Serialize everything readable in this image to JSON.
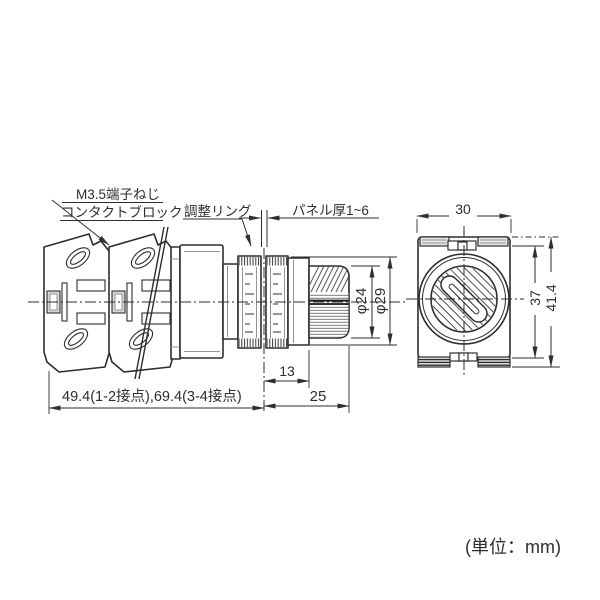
{
  "unit_label": "(単位：mm)",
  "colors": {
    "line": "#2e2e2e",
    "background": "#ffffff"
  },
  "side_view": {
    "callouts": {
      "terminal_screw": "M3.5端子ねじ",
      "contact_block": "コンタクトブロック",
      "adjustment_ring": "調整リング",
      "panel_thickness": "パネル厚1~6"
    },
    "dimensions": {
      "knob_diameter": "φ24",
      "bezel_diameter": "φ29",
      "panel_to_bezel": "13",
      "panel_to_front": "25",
      "overall_length": "49.4(1-2接点),69.4(3-4接点)"
    }
  },
  "front_view": {
    "dimensions": {
      "width": "30",
      "inner_height": "37",
      "overall_height": "41.4"
    }
  }
}
